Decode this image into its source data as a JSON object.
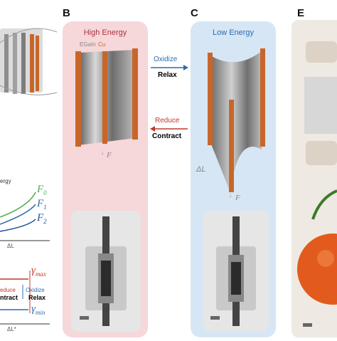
{
  "panels": {
    "B": {
      "letter": "B",
      "title": "High Energy",
      "material_egain": "EGaIn",
      "material_cu": "Cu",
      "force": "F"
    },
    "C": {
      "letter": "C",
      "title": "Low Energy",
      "delta_l": "ΔL",
      "force": "F"
    },
    "E": {
      "letter": "E"
    }
  },
  "arrows": {
    "oxidize": "Oxidize",
    "relax": "Relax",
    "reduce": "Reduce",
    "contract": "Contract"
  },
  "left_plot": {
    "title_fragment": "ergy",
    "f0": "F",
    "f0_sub": "0",
    "f1": "F",
    "f1_sub": "1",
    "f2": "F",
    "f2_sub": "2",
    "xlabel": "ΔL"
  },
  "left_bottom": {
    "gamma_max": "γ",
    "gamma_max_sub": "max",
    "gamma_min": "γ",
    "gamma_min_sub": "min",
    "reduce": "educe",
    "contract": "ntract",
    "oxidize": "Oxidize",
    "relax": "Relax",
    "xlabel": "ΔL*"
  },
  "colors": {
    "pink": "#f6d7da",
    "blue": "#d6e6f5",
    "oxidize_arrow": "#2a6db0",
    "reduce_arrow": "#c0392b",
    "copper": "#c8662a",
    "green": "#4caf50",
    "dark_blue": "#1f4f9a"
  }
}
